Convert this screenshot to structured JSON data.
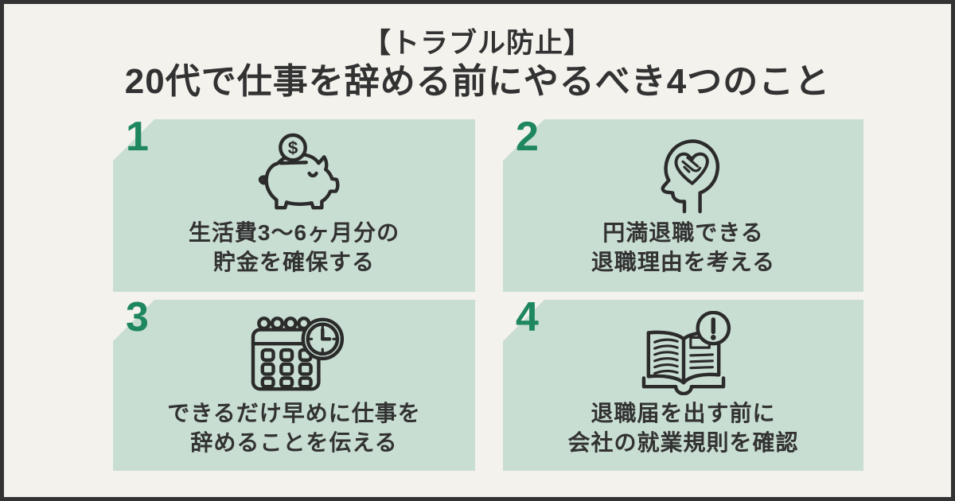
{
  "poster": {
    "header": {
      "title_line1": "【トラブル防止】",
      "title_line2": "20代で仕事を辞める前にやるべき4つのこと"
    },
    "cards": [
      {
        "number": "1",
        "icon": "piggy-bank-coin-icon",
        "text_line1": "生活費3〜6ヶ月分の",
        "text_line2": "貯金を確保する"
      },
      {
        "number": "2",
        "icon": "head-heart-handshake-icon",
        "text_line1": "円満退職できる",
        "text_line2": "退職理由を考える"
      },
      {
        "number": "3",
        "icon": "calendar-clock-icon",
        "text_line1": "できるだけ早めに仕事を",
        "text_line2": "辞めることを伝える"
      },
      {
        "number": "4",
        "icon": "open-book-alert-icon",
        "text_line1": "退職届を出す前に",
        "text_line2": "会社の就業規則を確認"
      }
    ],
    "coin_symbol": "$",
    "colors": {
      "background": "#f4f2ed",
      "border": "#333333",
      "card_background": "#c9ded2",
      "number_green": "#1e875f",
      "text": "#323232",
      "icon_stroke": "#2b2b2b"
    }
  }
}
